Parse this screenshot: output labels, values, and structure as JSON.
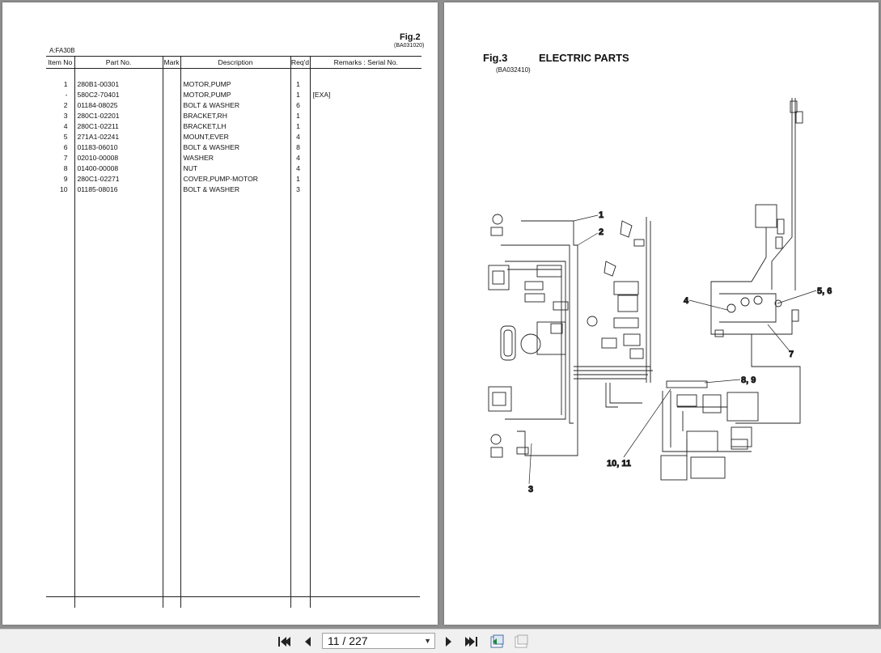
{
  "left_page": {
    "fig_label": "Fig.2",
    "fig_code": "(BA031020)",
    "model_label": "A:FA30B",
    "columns": [
      "Item No",
      "Part No.",
      "Mark",
      "Description",
      "Req'd",
      "Remarks : Serial No."
    ],
    "rows": [
      {
        "item": "1",
        "part": "280B1-00301",
        "mark": "",
        "desc": "MOTOR,PUMP",
        "qty": "1",
        "remarks": ""
      },
      {
        "item": "-",
        "part": "580C2-70401",
        "mark": "",
        "desc": "MOTOR,PUMP",
        "qty": "1",
        "remarks": "[EXA]"
      },
      {
        "item": "2",
        "part": "01184-08025",
        "mark": "",
        "desc": "BOLT & WASHER",
        "qty": "6",
        "remarks": ""
      },
      {
        "item": "3",
        "part": "280C1-02201",
        "mark": "",
        "desc": "BRACKET,RH",
        "qty": "1",
        "remarks": ""
      },
      {
        "item": "4",
        "part": "280C1-02211",
        "mark": "",
        "desc": "BRACKET,LH",
        "qty": "1",
        "remarks": ""
      },
      {
        "item": "5",
        "part": "271A1-02241",
        "mark": "",
        "desc": "MOUNT,EVER",
        "qty": "4",
        "remarks": ""
      },
      {
        "item": "6",
        "part": "01183-06010",
        "mark": "",
        "desc": "BOLT & WASHER",
        "qty": "8",
        "remarks": ""
      },
      {
        "item": "7",
        "part": "02010-00008",
        "mark": "",
        "desc": "WASHER",
        "qty": "4",
        "remarks": ""
      },
      {
        "item": "8",
        "part": "01400-00008",
        "mark": "",
        "desc": "NUT",
        "qty": "4",
        "remarks": ""
      },
      {
        "item": "9",
        "part": "280C1-02271",
        "mark": "",
        "desc": "COVER,PUMP-MOTOR",
        "qty": "1",
        "remarks": ""
      },
      {
        "item": "10",
        "part": "01185-08016",
        "mark": "",
        "desc": "BOLT & WASHER",
        "qty": "3",
        "remarks": ""
      }
    ]
  },
  "right_page": {
    "fig_label": "Fig.3",
    "title": "ELECTRIC PARTS",
    "fig_code": "(BA032410)",
    "callouts": [
      "1",
      "2",
      "3",
      "4",
      "5, 6",
      "7",
      "8, 9",
      "10, 11"
    ]
  },
  "toolbar": {
    "page_indicator": "11 / 227",
    "icons": [
      "first-page-icon",
      "prev-page-icon",
      "next-page-icon",
      "last-page-icon",
      "go-back-view-icon",
      "go-forward-view-icon"
    ]
  }
}
